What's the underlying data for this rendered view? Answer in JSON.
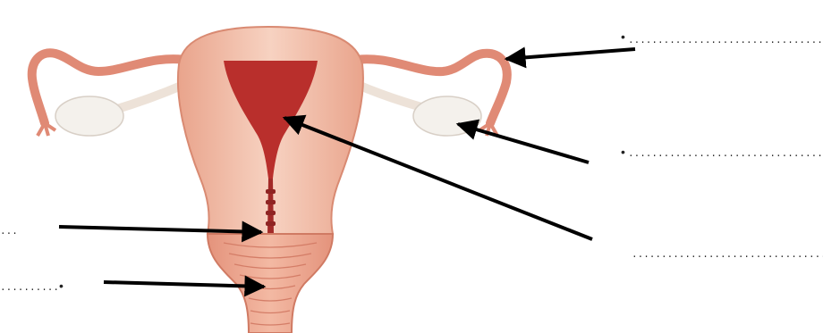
{
  "diagram": {
    "kind": "labelling worksheet",
    "subject": "anatomical illustration",
    "label_blanks": [
      {
        "id": "blank-top-right",
        "text": ".............................................",
        "has_bullet": true
      },
      {
        "id": "blank-mid-right",
        "text": "..............................................",
        "has_bullet": true
      },
      {
        "id": "blank-lower-right",
        "text": "..............................................",
        "has_bullet": false
      },
      {
        "id": "blank-left-upper",
        "text": "...",
        "has_bullet": false
      },
      {
        "id": "blank-left-lower",
        "text": "..........",
        "has_bullet": true
      }
    ],
    "arrow_count": 5,
    "colors": {
      "tissue_light": "#f2c2ad",
      "tissue_mid": "#e8a08a",
      "tissue_dark": "#c9453c",
      "cavity": "#b92f2c",
      "ovary": "#f4f1ec",
      "arrow": "#000000"
    }
  }
}
